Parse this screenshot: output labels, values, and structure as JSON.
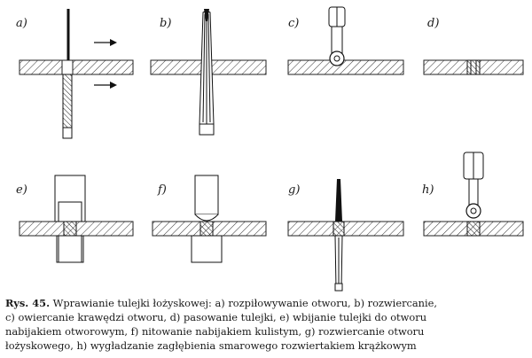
{
  "figure": {
    "panels": [
      {
        "key": "a",
        "label": "a)"
      },
      {
        "key": "b",
        "label": "b)"
      },
      {
        "key": "c",
        "label": "c)"
      },
      {
        "key": "d",
        "label": "d)"
      },
      {
        "key": "e",
        "label": "e)"
      },
      {
        "key": "f",
        "label": "f)"
      },
      {
        "key": "g",
        "label": "g)"
      },
      {
        "key": "h",
        "label": "h)"
      }
    ]
  },
  "caption": {
    "prefix": "Rys. 45.",
    "line1": " Wprawianie tulejki łożyskowej: a) rozpiłowywanie otworu, b) rozwiercanie,",
    "line2": "c) owiercanie krawędzi otworu, d) pasowanie tulejki, e) wbijanie tulejki do otworu",
    "line3": "nabijakiem otworowym, f) nitowanie nabijakiem kulistym, g) rozwiercanie otworu",
    "line4": "łożyskowego, h) wygładzanie zagłębienia smarowego rozwiertakiem krążkowym"
  }
}
